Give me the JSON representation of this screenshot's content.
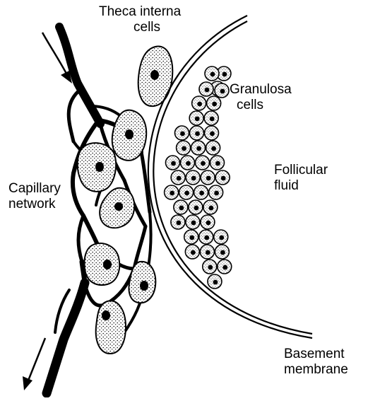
{
  "labels": {
    "theca_interna": [
      "Theca interna",
      "cells"
    ],
    "granulosa": [
      "Granulosa",
      "cells"
    ],
    "follicular_fluid": [
      "Follicular",
      "fluid"
    ],
    "capillary_network": [
      "Capillary",
      "network"
    ],
    "basement_membrane": [
      "Basement",
      "membrane"
    ]
  },
  "colors": {
    "ink": "#000000",
    "paper": "#ffffff",
    "stipple": "#bfbfbf"
  },
  "icons": {
    "flow_in": "arrow-down-icon",
    "flow_out": "arrow-down-icon"
  }
}
